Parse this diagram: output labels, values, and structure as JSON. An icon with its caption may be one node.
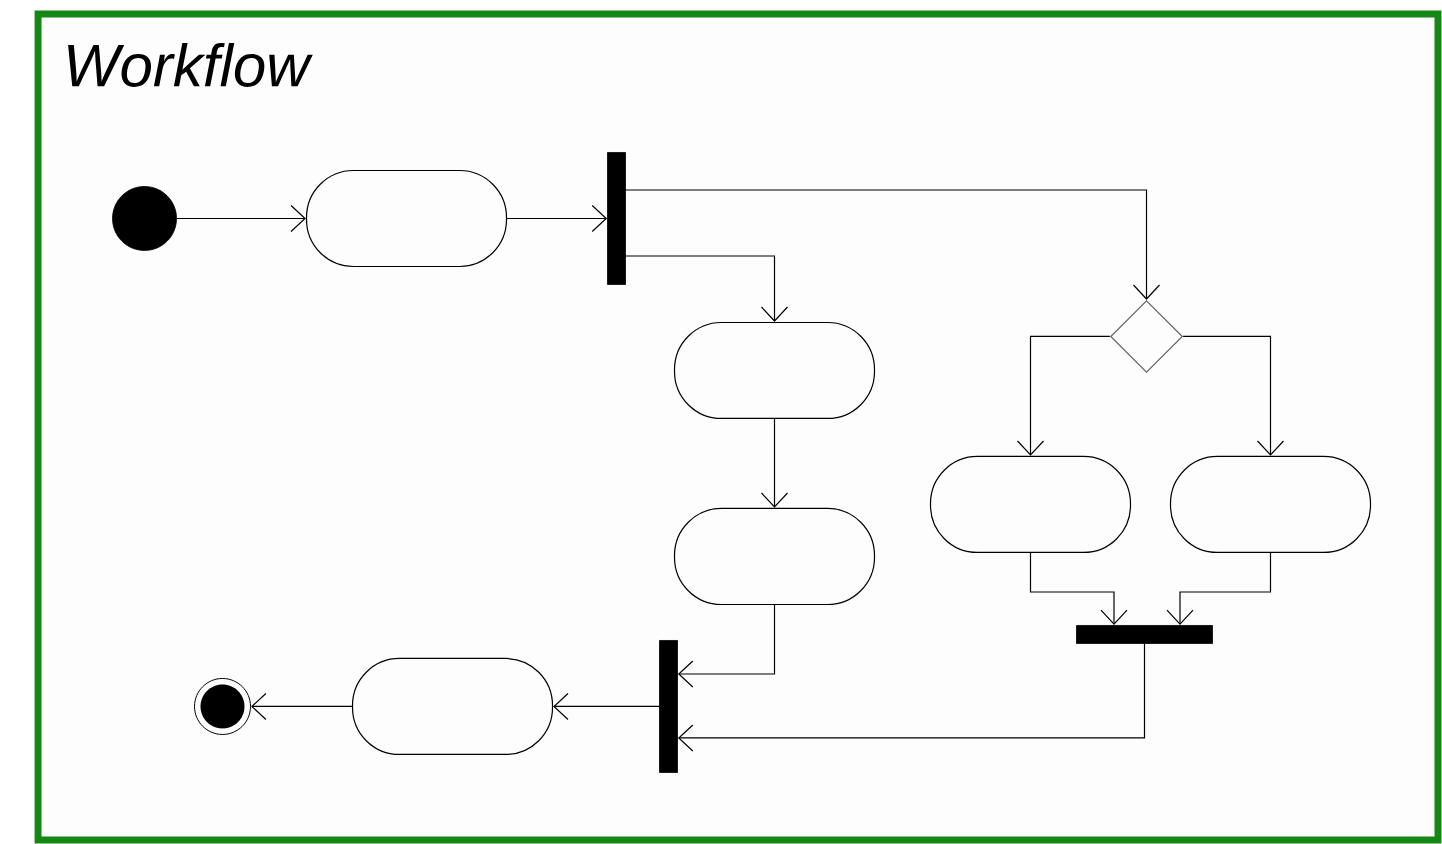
{
  "diagram": {
    "nodes": [
      {
        "text": [
          "Workflow"
        ]
      },
      {
        "text": [],
        "shape": "circle",
        "in": 0
      },
      {
        "text": [],
        "shape": "box",
        "in": 0
      },
      {
        "text": [],
        "shape": "bar",
        "in": 0
      },
      {
        "text": [],
        "shape": "box",
        "in": 0
      },
      {
        "text": [],
        "shape": "diamond",
        "in": 0
      },
      {
        "text": [],
        "shape": "box",
        "in": 0
      },
      {
        "text": [],
        "shape": "box",
        "in": 0
      },
      {
        "text": [],
        "shape": "bar",
        "in": 0
      },
      {
        "text": [],
        "shape": "box",
        "in": 0
      },
      {
        "text": [],
        "shape": "bar",
        "in": 0
      },
      {
        "text": [],
        "shape": "box",
        "in": 0
      },
      {
        "text": [],
        "shape": "bullseye",
        "in": 0
      }
    ],
    "edges": [
      {
        "from": 1,
        "to": 2,
        "arrow": "to"
      },
      {
        "from": 2,
        "to": 3,
        "arrow": "to"
      },
      {
        "from": 3,
        "to": 5,
        "arrow": "to"
      },
      {
        "from": 3,
        "to": 4,
        "arrow": "to"
      },
      {
        "from": 4,
        "to": 9,
        "arrow": "to"
      },
      {
        "from": 5,
        "to": 6,
        "arrow": "to"
      },
      {
        "from": 5,
        "to": 7,
        "arrow": "to"
      },
      {
        "from": 6,
        "to": 8,
        "arrow": "to"
      },
      {
        "from": 7,
        "to": 8,
        "arrow": "to"
      },
      {
        "from": 9,
        "to": 10,
        "arrow": "to"
      },
      {
        "from": 8,
        "to": 10,
        "arrow": "to"
      },
      {
        "from": 10,
        "to": 11,
        "arrow": "to"
      },
      {
        "from": 11,
        "to": 12,
        "arrow": "to"
      }
    ]
  }
}
